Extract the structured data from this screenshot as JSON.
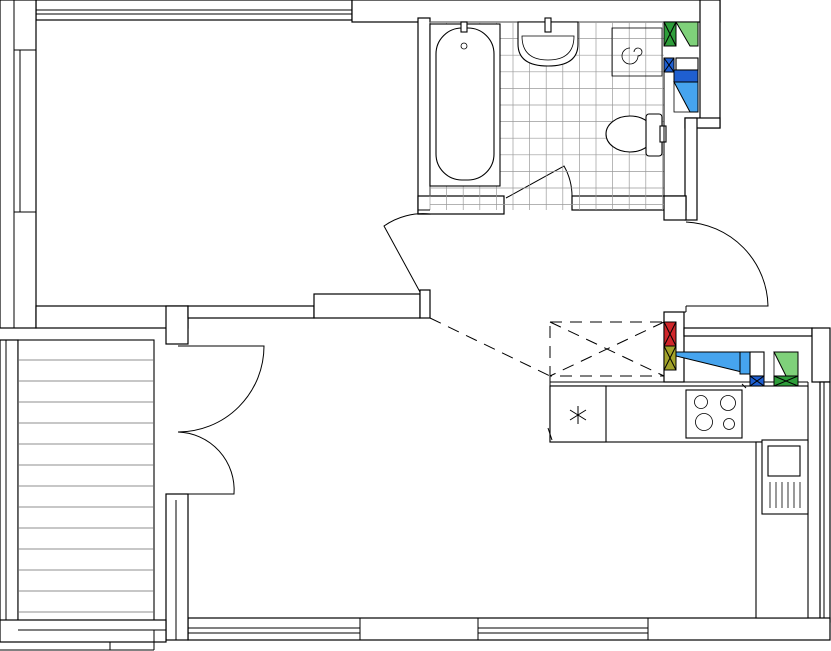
{
  "plan": {
    "colors": {
      "background": "#ffffff",
      "wall_stroke": "#000000",
      "tile_grid": "#9a9a9a",
      "riser_green": "#2e9e3a",
      "riser_light_green": "#7fd17a",
      "riser_blue": "#1f5fd1",
      "riser_light_blue": "#46a4ee",
      "riser_red": "#d0262a",
      "riser_olive": "#a3a32a"
    },
    "rooms": [
      "living-room",
      "bathroom",
      "hallway",
      "kitchen",
      "balcony"
    ],
    "fixtures": {
      "bathroom": [
        "bathtub",
        "washbasin",
        "toilet",
        "floor-drain",
        "bath-faucet"
      ],
      "kitchen": [
        "counter",
        "sink",
        "hob",
        "oven",
        "ventilation-riser"
      ]
    },
    "balcony_stair_treads": 13
  }
}
